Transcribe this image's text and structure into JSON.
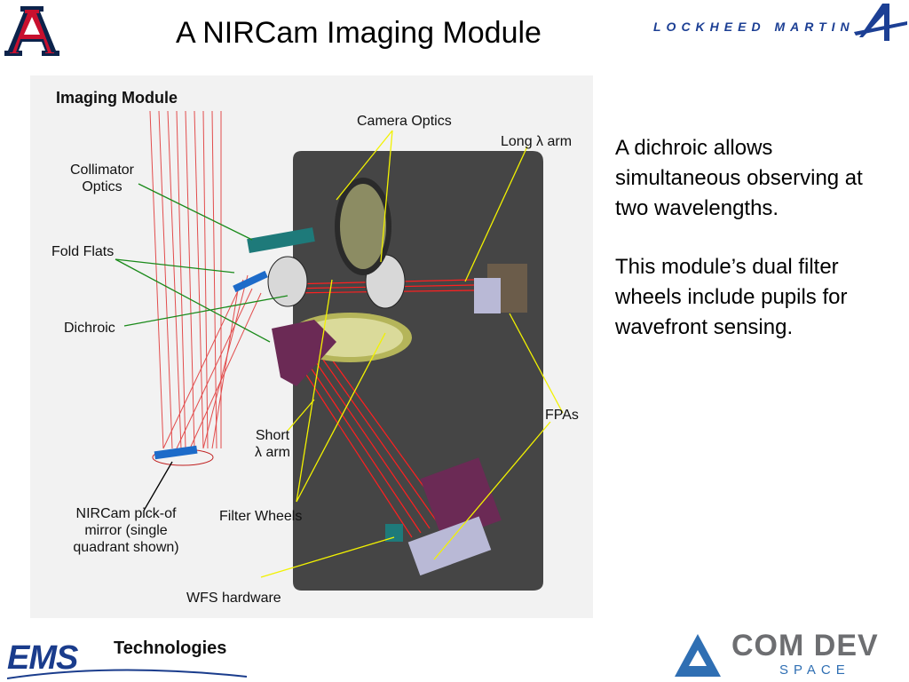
{
  "slide": {
    "title": "A NIRCam Imaging Module"
  },
  "logos": {
    "top_left": "university-of-arizona-logo",
    "top_right_text": "LOCKHEED MARTIN",
    "bottom_left_main": "EMS",
    "bottom_left_sub": "Technologies",
    "bottom_right_main": "COM DEV",
    "bottom_right_sub": "SPACE"
  },
  "diagram": {
    "heading": "Imaging Module",
    "labels": {
      "camera_optics": "Camera Optics",
      "long_arm": "Long λ arm",
      "collimator_line1": "Collimator",
      "collimator_line2": "Optics",
      "fold_flats": "Fold Flats",
      "dichroic": "Dichroic",
      "short_arm_line1": "Short",
      "short_arm_line2": "λ arm",
      "fpas": "FPAs",
      "pickoff_line1": "NIRCam pick-of",
      "pickoff_line2": "mirror (single",
      "pickoff_line3": "quadrant shown)",
      "filter_wheels": "Filter Wheels",
      "wfs_hardware": "WFS hardware"
    }
  },
  "description": {
    "para1": "A dichroic allows simultaneous observing at two wavelengths.",
    "para2": "This module’s dual filter wheels include pupils for wavefront sensing."
  },
  "colors": {
    "title": "#000000",
    "lockheed_blue": "#1c3f94",
    "ems_blue": "#1a3c8c",
    "comdev_blue": "#2f6fb3",
    "comdev_gray": "#6d6e71",
    "ua_red": "#c8102e",
    "ua_navy": "#0c234b"
  }
}
